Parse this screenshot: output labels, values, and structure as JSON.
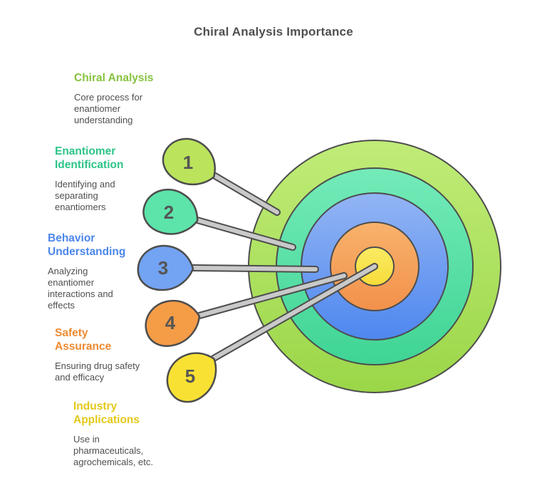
{
  "title": "Chiral Analysis Importance",
  "colors": {
    "title_text": "#4F4F4F",
    "body_text": "#4F4F4F",
    "outline": "#4D4D4D",
    "connector": "#C9C9C9",
    "number_text": "#555555",
    "background": "#FFFFFF"
  },
  "labels": [
    {
      "heading": "Chiral Analysis",
      "description": "Core process for enantiomer understanding",
      "color": "#87C33F"
    },
    {
      "heading": "Enantiomer Identification",
      "description": "Identifying and separating enantiomers",
      "color": "#2DC487"
    },
    {
      "heading": "Behavior Understanding",
      "description": "Analyzing enantiomer interactions and effects",
      "color": "#4C86EB"
    },
    {
      "heading": "Safety Assurance",
      "description": "Ensuring drug safety and efficacy",
      "color": "#EE8A31"
    },
    {
      "heading": "Industry Applications",
      "description": "Use in pharmaceuticals, agrochemicals, etc.",
      "color": "#E3C919"
    }
  ],
  "pins": [
    {
      "number": "1",
      "fill": "#BBE45C",
      "target": "Chiral Analysis"
    },
    {
      "number": "2",
      "fill": "#5CE4AA",
      "target": "Enantiomer Identification"
    },
    {
      "number": "3",
      "fill": "#73A3F3",
      "target": "Behavior Understanding"
    },
    {
      "number": "4",
      "fill": "#F59C47",
      "target": "Safety Assurance"
    },
    {
      "number": "5",
      "fill": "#F9E134",
      "target": "Industry Applications"
    }
  ],
  "rings": [
    {
      "name": "Chiral Analysis",
      "top": "#C0EC78",
      "bottom": "#9BD648"
    },
    {
      "name": "Enantiomer Identification",
      "top": "#74EBB9",
      "bottom": "#3FD494"
    },
    {
      "name": "Behavior Understanding",
      "top": "#93B5F4",
      "bottom": "#4E87EF"
    },
    {
      "name": "Safety Assurance",
      "top": "#F8B26B",
      "bottom": "#F2914B"
    },
    {
      "name": "Industry Applications",
      "top": "#FAEA64",
      "bottom": "#F7DC38"
    }
  ]
}
